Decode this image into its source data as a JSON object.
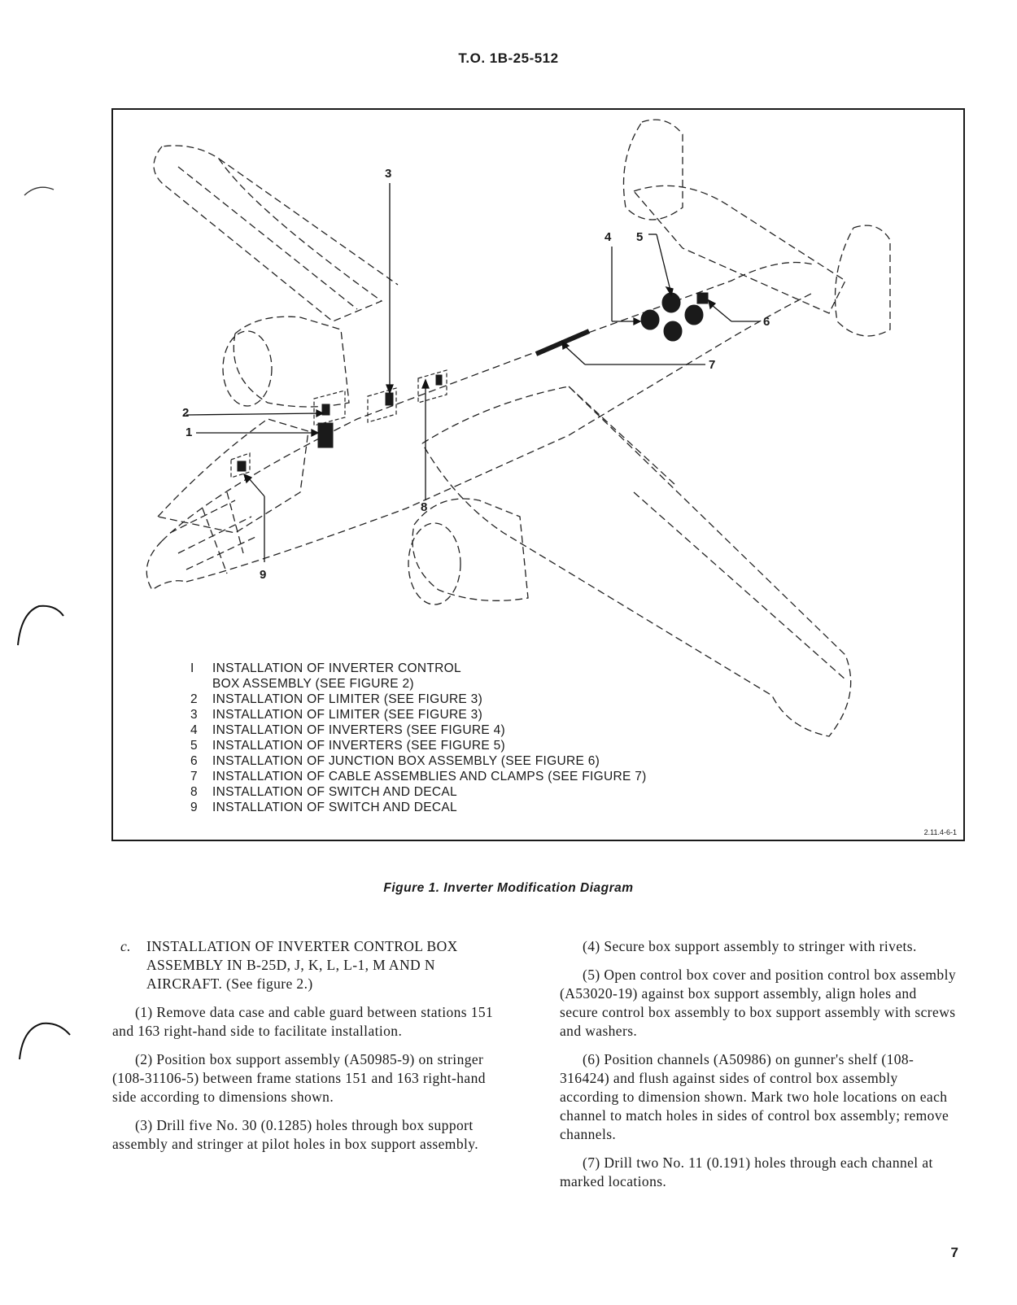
{
  "header": {
    "doc_number": "T.O. 1B-25-512"
  },
  "figure": {
    "callouts": [
      "1",
      "2",
      "3",
      "4",
      "5",
      "6",
      "7",
      "8",
      "9"
    ],
    "legend": [
      {
        "num": "I",
        "text": "INSTALLATION OF INVERTER CONTROL",
        "cont": "BOX ASSEMBLY (SEE FIGURE 2)"
      },
      {
        "num": "2",
        "text": "INSTALLATION OF LIMITER (SEE FIGURE 3)"
      },
      {
        "num": "3",
        "text": "INSTALLATION OF LIMITER (SEE FIGURE 3)"
      },
      {
        "num": "4",
        "text": "INSTALLATION OF INVERTERS (SEE FIGURE 4)"
      },
      {
        "num": "5",
        "text": "INSTALLATION OF INVERTERS (SEE FIGURE 5)"
      },
      {
        "num": "6",
        "text": "INSTALLATION OF JUNCTION BOX ASSEMBLY (SEE FIGURE 6)"
      },
      {
        "num": "7",
        "text": "INSTALLATION OF CABLE ASSEMBLIES AND CLAMPS (SEE FIGURE 7)"
      },
      {
        "num": "8",
        "text": "INSTALLATION OF SWITCH AND DECAL"
      },
      {
        "num": "9",
        "text": "INSTALLATION OF SWITCH AND DECAL"
      }
    ],
    "code": "2.11.4-6-1",
    "caption": "Figure 1.  Inverter Modification Diagram"
  },
  "body": {
    "heading_label": "c.",
    "heading_text": "INSTALLATION OF INVERTER CONTROL BOX ASSEMBLY IN B-25D, J, K, L, L-1, M AND N AIRCRAFT. (See figure 2.)",
    "left_paragraphs": [
      "(1) Remove data case and cable guard between stations 151 and 163 right-hand side to facilitate installation.",
      "(2) Position box support assembly (A50985-9) on stringer (108-31106-5) between frame stations 151 and 163 right-hand side according to dimensions shown.",
      "(3) Drill five No. 30 (0.1285) holes through box support assembly and stringer at pilot holes in box support assembly."
    ],
    "right_paragraphs": [
      "(4) Secure box support assembly to stringer with rivets.",
      "(5) Open control box cover and position control box assembly (A53020-19) against box support assembly, align holes and secure control box assembly to box support assembly with screws and washers.",
      "(6) Position channels (A50986) on gunner's shelf (108-316424) and flush against sides of control box assembly according to dimension shown. Mark two hole locations on each channel to match holes in sides of control box assembly; remove channels.",
      "(7) Drill two No. 11 (0.191) holes through each channel at marked locations."
    ]
  },
  "page_number": "7"
}
